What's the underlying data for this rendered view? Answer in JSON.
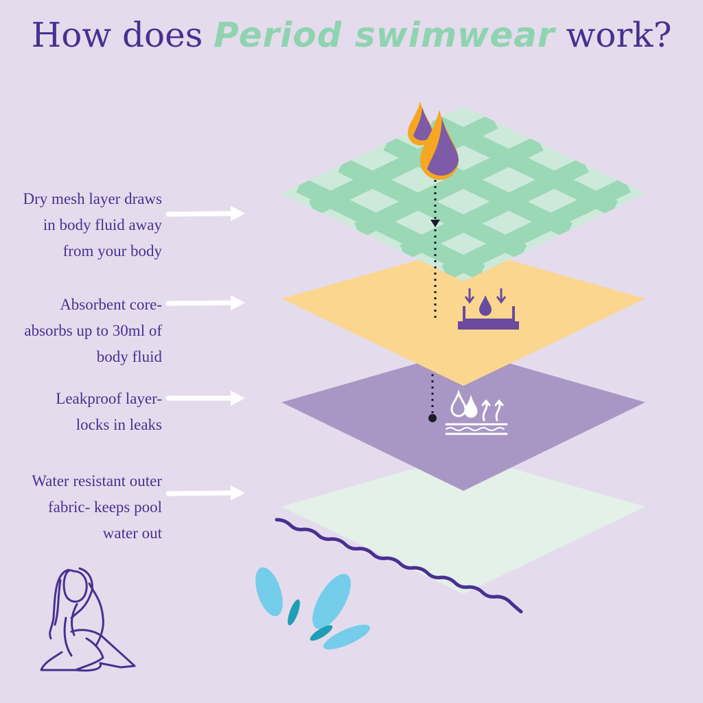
{
  "title": {
    "prefix": "How does",
    "accent": "Period swimwear",
    "suffix": "work?"
  },
  "layers": [
    {
      "label_lines": [
        "Dry mesh layer draws",
        "in body fluid away",
        "from your body"
      ],
      "color": "#cde9da"
    },
    {
      "label_lines": [
        "Absorbent core-",
        "absorbs up to 30ml of",
        "body fluid"
      ],
      "color": "#fad68f"
    },
    {
      "label_lines": [
        "Leakproof layer-",
        "locks in leaks"
      ],
      "color": "#a897c4"
    },
    {
      "label_lines": [
        "Water resistant outer",
        "fabric- keeps pool",
        "water out"
      ],
      "color": "#e3f1e9"
    }
  ],
  "colors": {
    "background": "#e4dcec",
    "text_purple": "#4a2f91",
    "mesh_stripe": "#9ad8b6",
    "drop_orange": "#f6a623",
    "drop_purple": "#7d5ba6",
    "splash_blue": "#74cdea",
    "splash_teal": "#1f9eb8"
  },
  "icons": [
    "droplet-icon",
    "absorb-tray-icon",
    "moisture-wick-icon",
    "squiggle-decoration",
    "splash-decoration",
    "woman-sitting-illustration"
  ]
}
